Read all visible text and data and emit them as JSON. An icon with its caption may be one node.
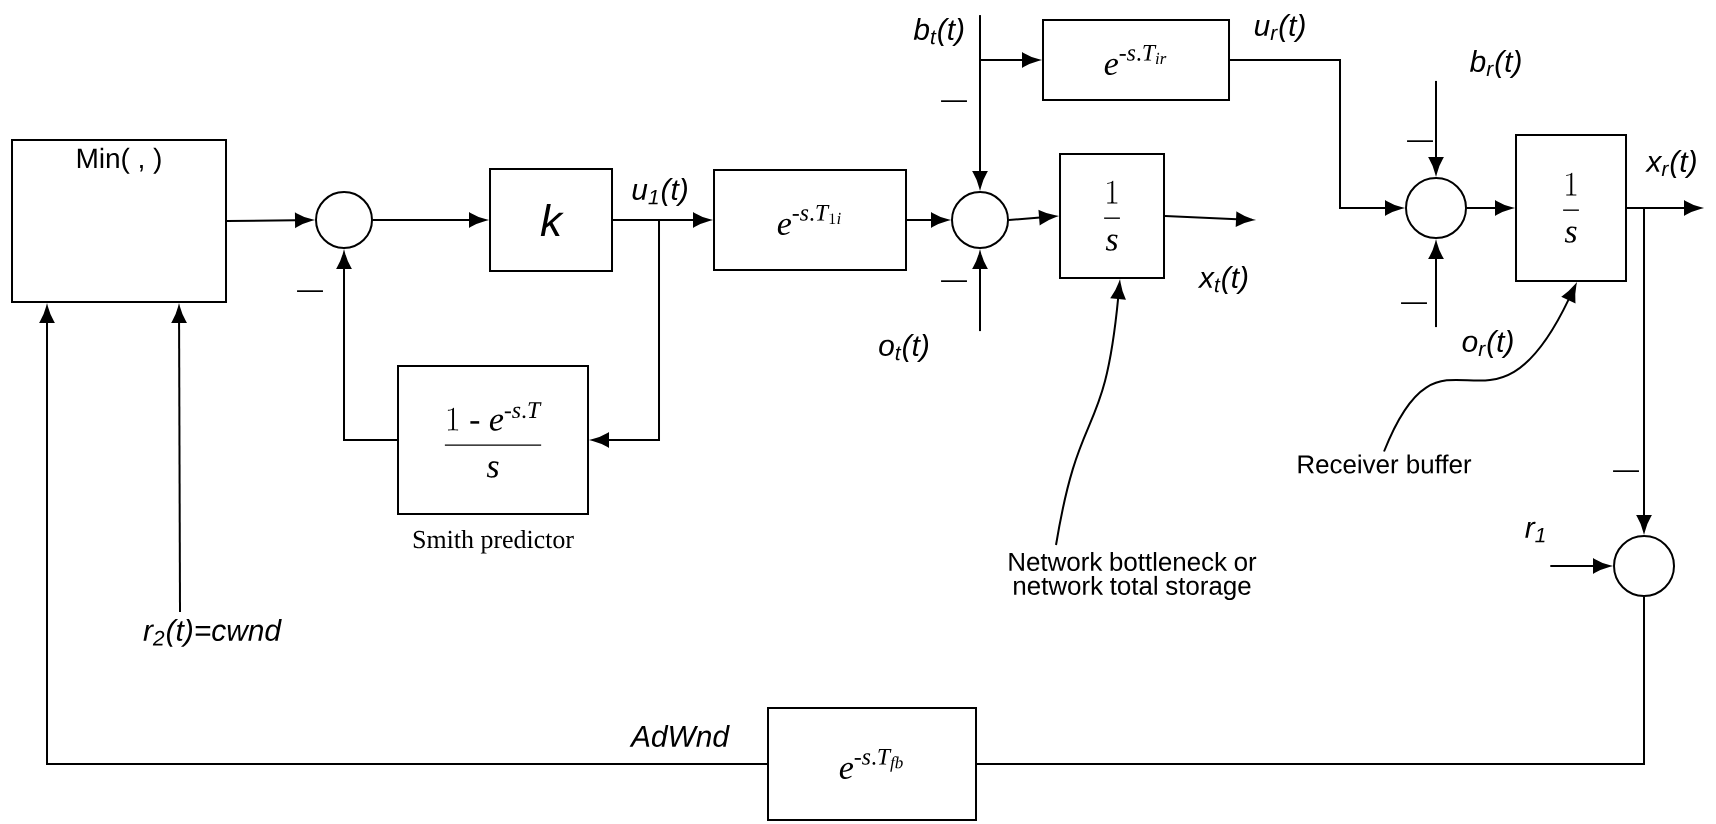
{
  "diagram": {
    "nodes": [
      {
        "text": [
          "Min( , )"
        ]
      },
      {
        "text": [],
        "shape": "circle"
      },
      {
        "text": [
          "k"
        ]
      },
      {
        "text": [
          "e^{\\textrm{-}s\\textrm{.}T_{1i}}"
        ]
      },
      {
        "text": [
          "\\frac{1\\textrm{ - }e^{\\textrm{-}s\\textrm{.}T}}{s}"
        ],
        "beside": [
          "Smith predictor"
        ]
      },
      {
        "text": [],
        "shape": "circle"
      },
      {
        "text": [
          "\\frac{1}{s}"
        ]
      },
      {
        "text": [
          "e^{\\textrm{-}s\\textrm{.}T_{ir}}"
        ]
      },
      {
        "text": [],
        "shape": "circle"
      },
      {
        "text": [
          "\\frac{1}{s}"
        ]
      },
      {
        "text": [],
        "shape": "circle"
      },
      {
        "text": [
          "e^{\\textrm{-}s\\textrm{.}T_{fb}}"
        ]
      },
      {
        "text": [
          "b$_{t}$(t)"
        ]
      },
      {
        "text": [
          "o$_{t}$(t)"
        ]
      },
      {
        "text": [
          "b$_{r}$(t)"
        ]
      },
      {
        "text": [
          "o$_{r}$(t)"
        ]
      },
      {
        "text": [
          "r$_{1}$"
        ]
      },
      {
        "text": [
          "r$_{2}$(t)=cwnd"
        ]
      },
      {
        "text": [
          "Network bottleneck or network total storage"
        ]
      },
      {
        "text": [
          "Receiver buffer"
        ]
      }
    ],
    "edges": [
      {
        "from": 0,
        "to": 1,
        "arrow": "to"
      },
      {
        "from": 1,
        "to": 2,
        "arrow": "to"
      },
      {
        "from": 2,
        "to": 3,
        "arrow": "to",
        "label": "u$_{1}$(t)"
      },
      {
        "from": 2,
        "to": 4,
        "arrow": "to"
      },
      {
        "from": 4,
        "to": 1,
        "arrow": "to"
      },
      {
        "from": 3,
        "to": 5,
        "arrow": "to"
      },
      {
        "from": 5,
        "to": 6,
        "arrow": "to"
      },
      {
        "from": 6,
        "to": null,
        "arrow": "to",
        "label": "x$_{t}$(t)"
      },
      {
        "from": 12,
        "to": 5,
        "arrow": "to"
      },
      {
        "from": 12,
        "to": 7,
        "arrow": "to"
      },
      {
        "from": 13,
        "to": 5,
        "arrow": "to"
      },
      {
        "from": 7,
        "to": 8,
        "arrow": "to",
        "label": "u$_{r}$(t)"
      },
      {
        "from": 14,
        "to": 8,
        "arrow": "to"
      },
      {
        "from": 15,
        "to": 8,
        "arrow": "to"
      },
      {
        "from": 8,
        "to": 9,
        "arrow": "to"
      },
      {
        "from": 9,
        "to": null,
        "arrow": "to",
        "label": "x$_{r}$(t)"
      },
      {
        "from": 9,
        "to": 10,
        "arrow": "to"
      },
      {
        "from": 16,
        "to": 10,
        "arrow": "to"
      },
      {
        "from": 10,
        "to": 11,
        "arrow": "none"
      },
      {
        "from": 11,
        "to": 0,
        "arrow": "to",
        "label": "AdWnd"
      },
      {
        "from": 17,
        "to": 0,
        "arrow": "to"
      },
      {
        "from": 18,
        "to": 6,
        "arrow": "to"
      },
      {
        "from": 19,
        "to": 9,
        "arrow": "to"
      }
    ],
    "labels": [
      "—",
      "—",
      "—",
      "—",
      "—",
      "—"
    ]
  }
}
